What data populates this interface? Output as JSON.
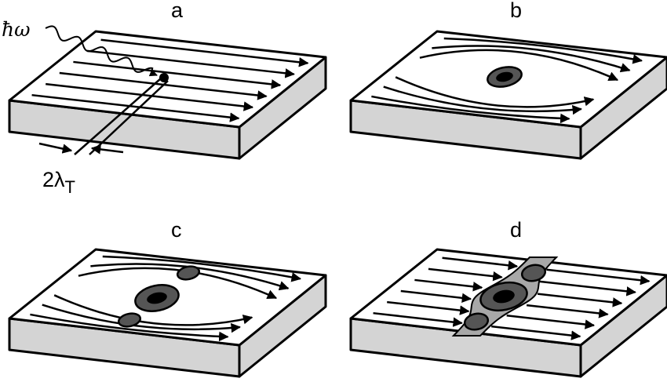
{
  "panels": [
    {
      "label": "a",
      "field": "straight",
      "hotspot": "point"
    },
    {
      "label": "b",
      "field": "curved",
      "hotspot": "single-spot"
    },
    {
      "label": "c",
      "field": "curved",
      "hotspot": "spot-with-side-lobes"
    },
    {
      "label": "d",
      "field": "straight-interrupted",
      "hotspot": "band"
    }
  ],
  "annotations": {
    "photon": "ħω",
    "width_prefix": "2λ",
    "width_subscript": "T"
  },
  "colors": {
    "side_face": "#d4d4d4",
    "spot_outer": "#555555",
    "band": "#a8a8a8",
    "core": "#000000"
  }
}
